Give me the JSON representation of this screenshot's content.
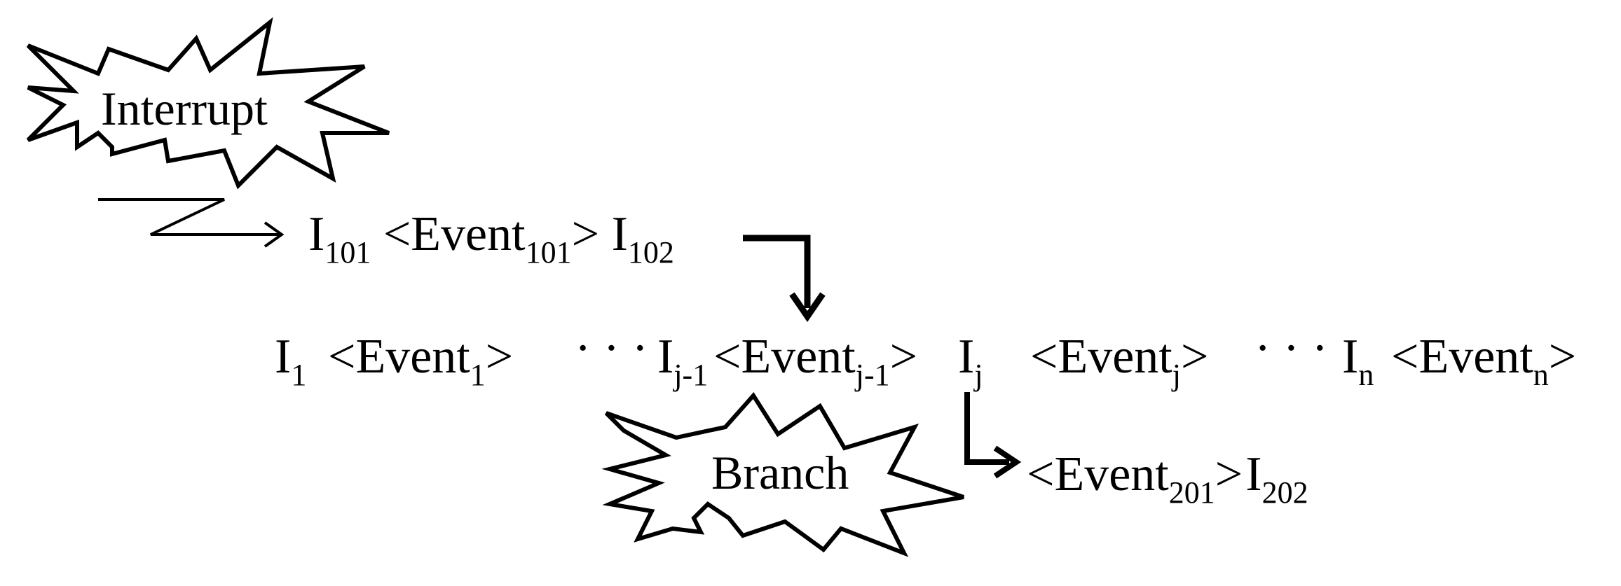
{
  "interrupt": {
    "label": "Interrupt",
    "tokens": [
      {
        "base": "I",
        "sub": "101"
      },
      {
        "text": " <Event",
        "sub": "101",
        "after": ">"
      },
      {
        "base": " I",
        "sub": "102"
      }
    ]
  },
  "main_sequence": {
    "t1": {
      "base": "I",
      "sub": "1"
    },
    "t2": {
      "text": "<Event",
      "sub": "1",
      "after": ">"
    },
    "dots1": "· · ·",
    "t3": {
      "base": "I",
      "sub": "j-1"
    },
    "t4": {
      "text": "<Event",
      "sub": "j-1",
      "after": ">"
    },
    "t5": {
      "base": "I",
      "sub": "j"
    },
    "t6": {
      "text": "<Event",
      "sub": "j",
      "after": ">"
    },
    "dots2": "· · ·",
    "t7": {
      "base": "I",
      "sub": "n"
    },
    "t8": {
      "text": "<Event",
      "sub": "n",
      "after": ">"
    }
  },
  "branch": {
    "label": "Branch",
    "t1": {
      "text": "<Event",
      "sub": "201",
      "after": ">"
    },
    "t2": {
      "base": "I",
      "sub": "202"
    }
  }
}
